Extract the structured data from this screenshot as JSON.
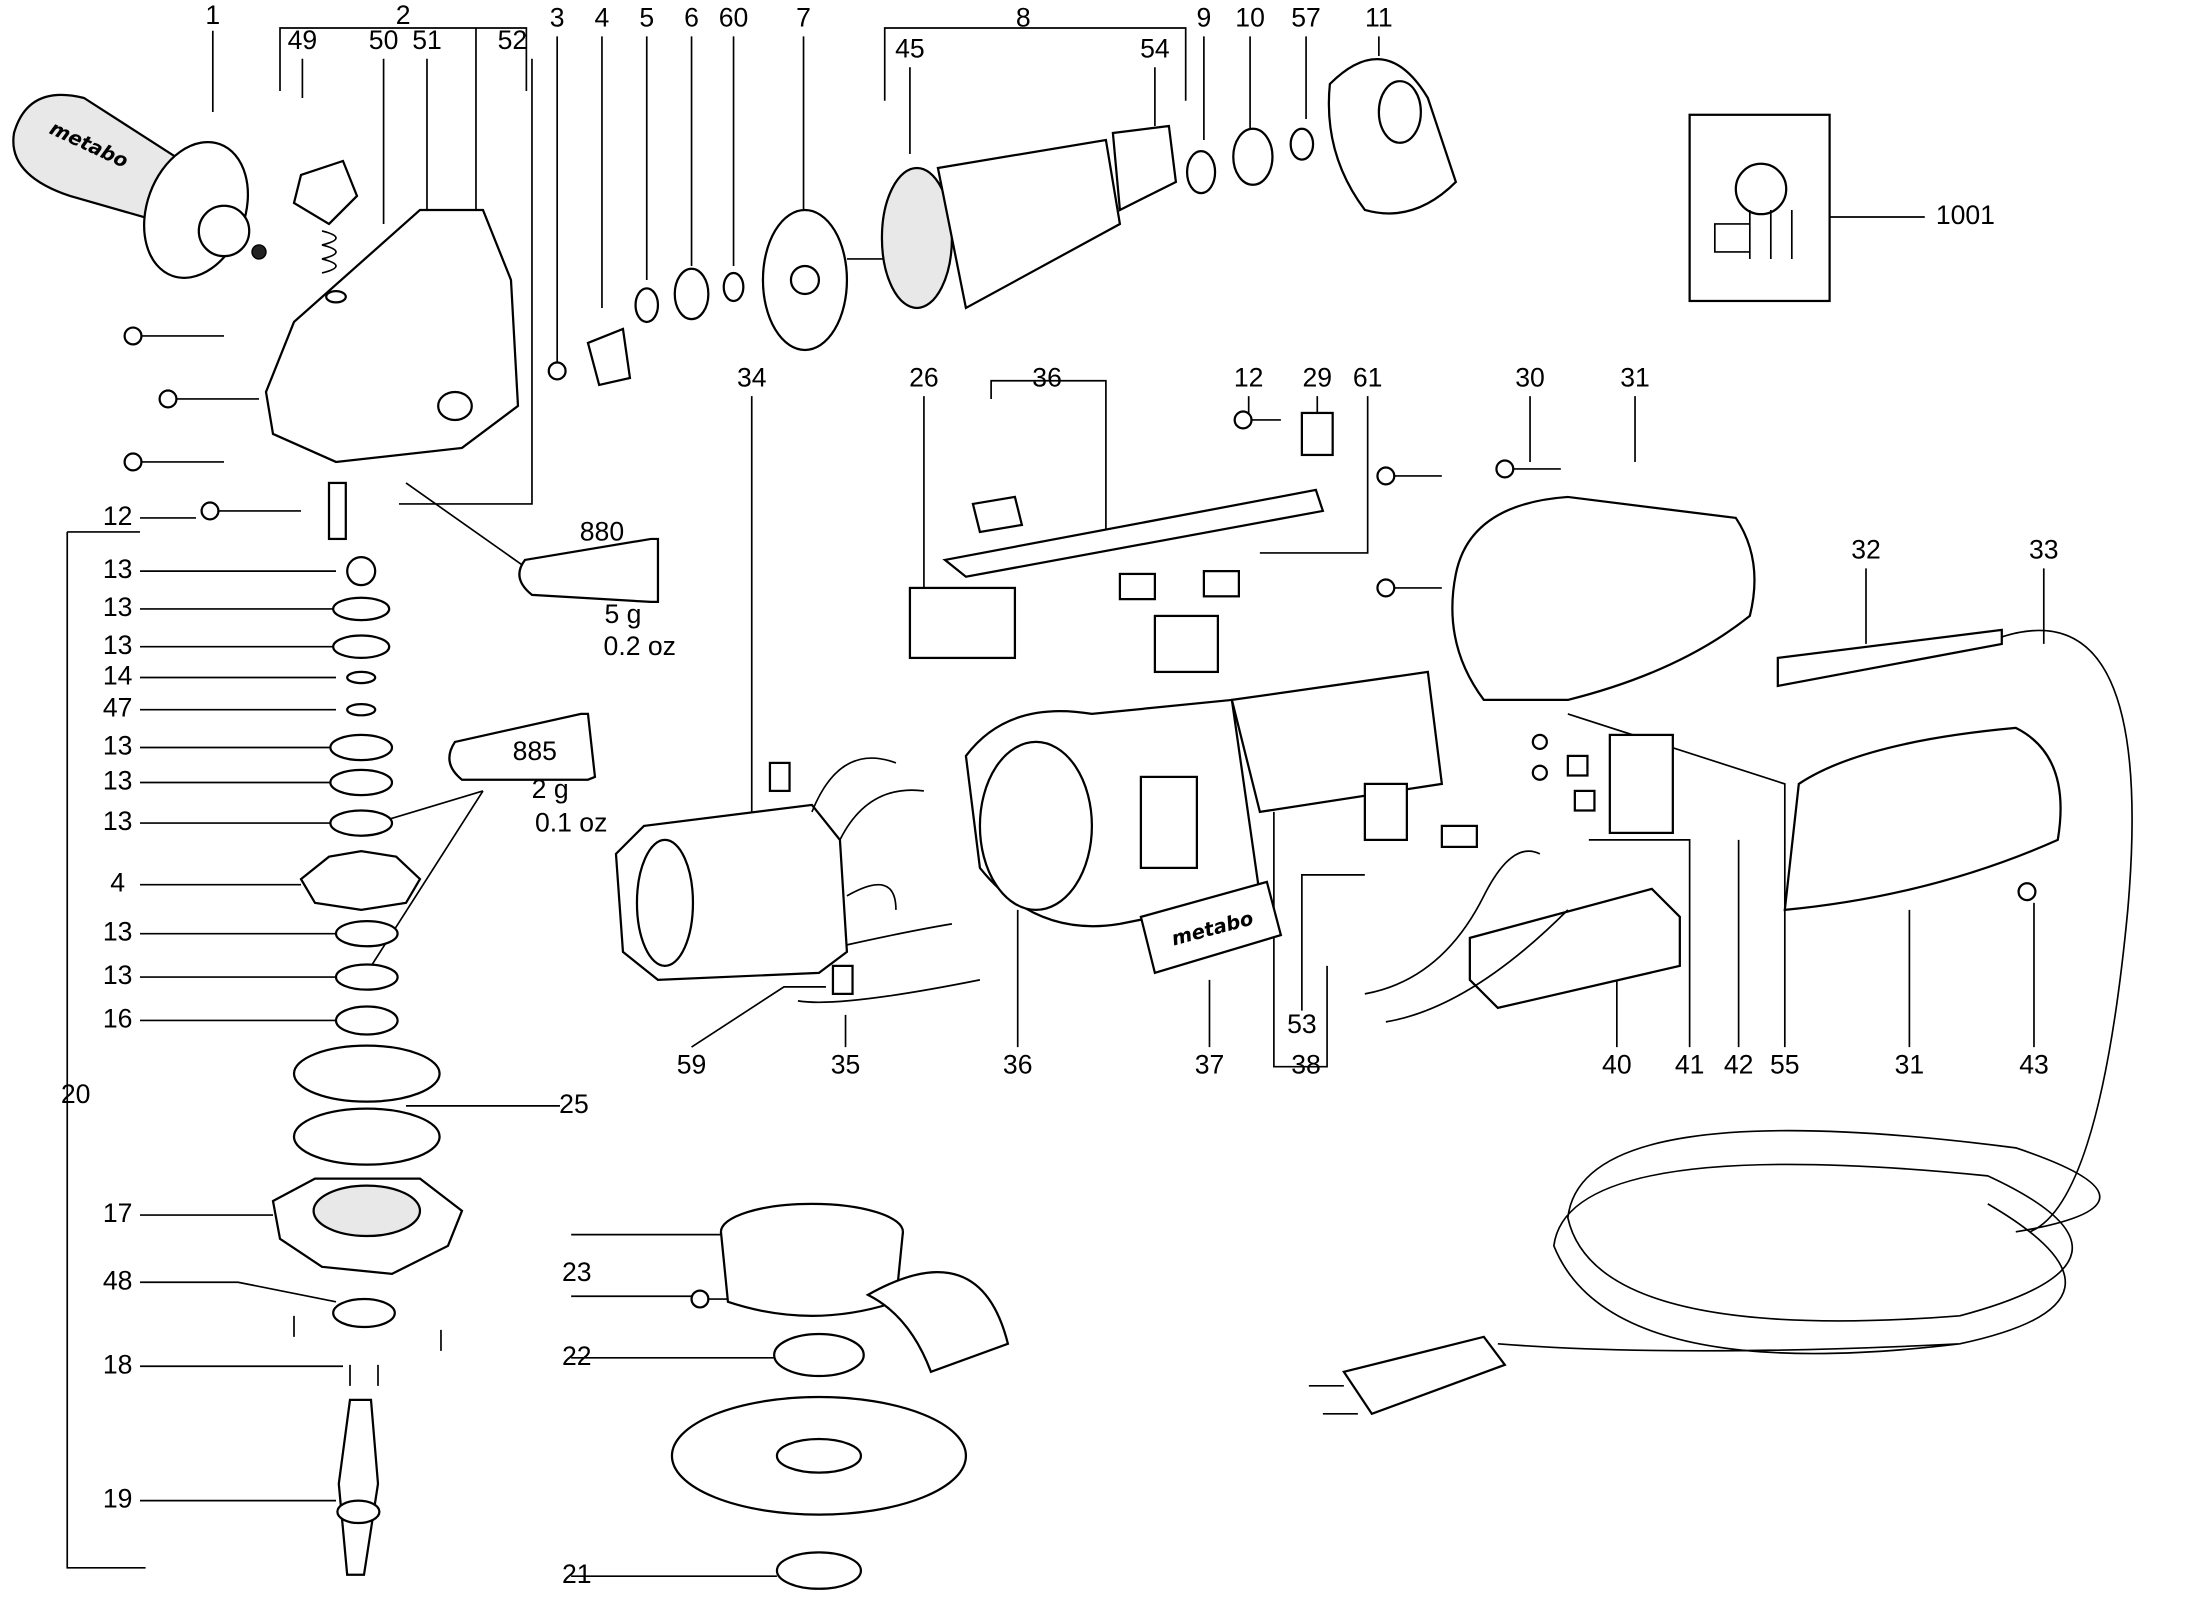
{
  "diagram": {
    "part_numbers": [
      "1",
      "2",
      "3",
      "4",
      "5",
      "6",
      "60",
      "7",
      "8",
      "9",
      "10",
      "57",
      "11",
      "49",
      "50",
      "51",
      "52",
      "45",
      "54",
      "1001",
      "34",
      "26",
      "36",
      "12",
      "29",
      "61",
      "30",
      "31",
      "32",
      "33",
      "12",
      "13",
      "13",
      "13",
      "14",
      "47",
      "13",
      "13",
      "13",
      "4",
      "13",
      "13",
      "16",
      "20",
      "17",
      "48",
      "18",
      "19",
      "25",
      "23",
      "22",
      "21",
      "59",
      "35",
      "36",
      "37",
      "53",
      "38",
      "40",
      "41",
      "42",
      "55",
      "31",
      "43"
    ],
    "grease_tubes": [
      {
        "code": "880",
        "amount": "5 g",
        "amount_oz": "0.2 oz"
      },
      {
        "code": "885",
        "amount": "2 g",
        "amount_oz": "0.1 oz"
      }
    ],
    "logo_text": "metabo"
  }
}
